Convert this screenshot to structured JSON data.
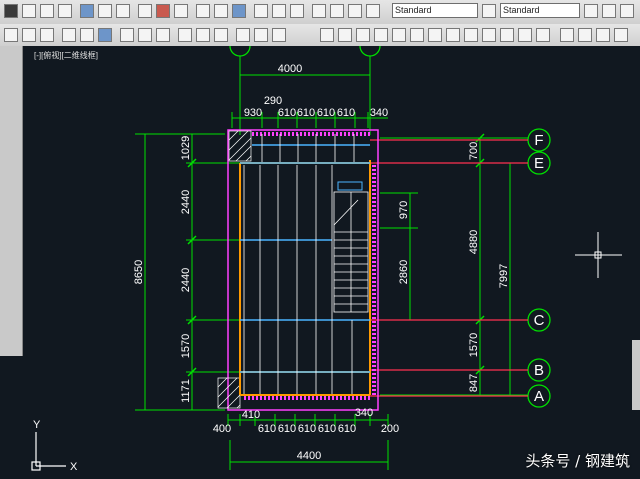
{
  "toolbar": {
    "combo_standard_1": "Standard",
    "combo_standard_2": "Standard"
  },
  "viewport_label": "[-][俯视][二维线框]",
  "dimensions": {
    "top_overall": "4000",
    "top_segments": [
      "930",
      "290",
      "610",
      "610",
      "610",
      "610",
      "340"
    ],
    "bottom_overall": "4400",
    "bottom_left": "400",
    "bottom_segments": [
      "410",
      "610",
      "610",
      "610",
      "610",
      "610",
      "340"
    ],
    "bottom_right": "200",
    "left_overall": "8650",
    "left_segments": [
      "1029",
      "2440",
      "2440",
      "1570",
      "1171"
    ],
    "right_segments": [
      "700",
      "970",
      "2860",
      "1570",
      "847"
    ],
    "right_overall_1": "4880",
    "right_overall_2": "7997"
  },
  "axes": {
    "row_labels": [
      "F",
      "E",
      "C",
      "B",
      "A"
    ]
  },
  "ucs": {
    "x_label": "X",
    "y_label": "Y"
  },
  "watermark": "头条号 / 钢建筑",
  "colors": {
    "background": "#111820",
    "dimension": "#00e000",
    "wall": "#ff9a00",
    "outline": "#ff40ff",
    "beam": "#4ab4ff",
    "text": "#ffffff"
  }
}
